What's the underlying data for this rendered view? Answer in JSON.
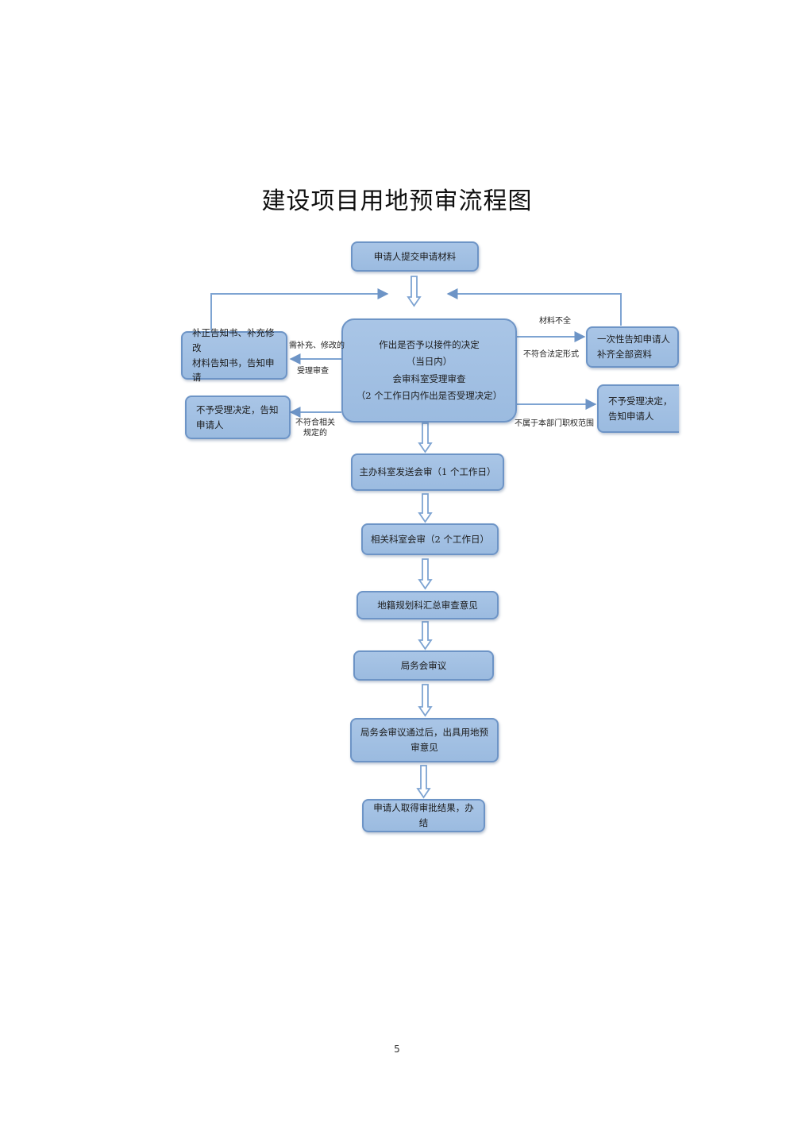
{
  "title": "建设项目用地预审流程图",
  "nodes": {
    "submit": "申请人提交申请材料",
    "decision": [
      "作出是否予以接件的决定",
      "（当日内）",
      "会审科室受理审查",
      "（2 个工作日内作出是否受理决定）"
    ],
    "supplement": [
      "补正告知书、补充修改",
      "材料告知书，告知申请"
    ],
    "one_time_notice": [
      "一次性告知申请人",
      "补齐全部资料"
    ],
    "reject_left": [
      "不予受理决定，告知",
      "申请人"
    ],
    "reject_right": [
      "不予受理决定，",
      "告知申请人"
    ],
    "send_review": "主办科室发送会审（1 个工作日）",
    "related_review": "相关科室会审（2 个工作日）",
    "summary": "地籍规划科汇总审查意见",
    "bureau_meeting": "局务会审议",
    "issue_opinion": [
      "局务会审议通过后，出具用地预",
      "审意见"
    ],
    "obtain_result": "申请人取得审批结果，办结"
  },
  "edge_labels": {
    "need_supplement": "需补充、修改的",
    "accept_review": "受理审查",
    "materials_incomplete": "材料不全",
    "not_legal_form": "不符合法定形式",
    "not_compliant": [
      "不符合相关",
      "规定的"
    ],
    "not_in_scope": "不属于本部门职权范围"
  },
  "page_number": "5",
  "colors": {
    "box_fill": "#a9c5e6",
    "box_border": "#6d94c6",
    "arrow": "#7ea4d2"
  }
}
